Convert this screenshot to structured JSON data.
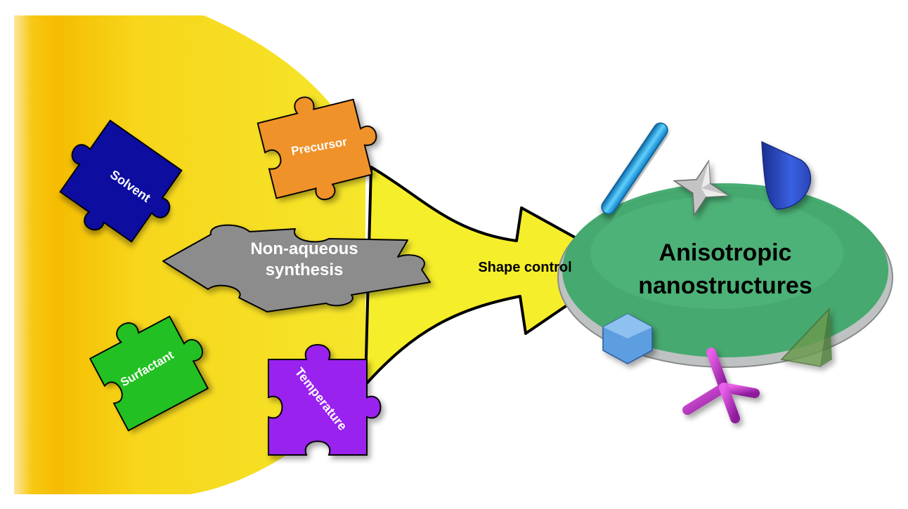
{
  "labels": {
    "solvent": "Solvent",
    "precursor": "Precursor",
    "center_line1": "Non-aqueous",
    "center_line2": "synthesis",
    "surfactant": "Surfactant",
    "temperature": "Temperature",
    "arrow": "Shape control",
    "target_line1": "Anisotropic",
    "target_line2": "nanostructures"
  },
  "colors": {
    "solvent_piece": "#0a0aa0",
    "precursor_piece": "#f0922a",
    "center_piece": "#8c8c8c",
    "surfactant_piece": "#22c022",
    "temperature_piece": "#9922ee",
    "arrow_fill": "#f5ee2a",
    "ellipse_fill": "#3fa86a",
    "rod": "#2ab0e8",
    "star": "#b8b8b8",
    "cone": "#2a4cc8",
    "hexagon": "#5c9ee0",
    "tetrapod": "#cc33cc",
    "pyramid": "#6a9a50"
  },
  "shapes": [
    "rod-icon",
    "star-icon",
    "cone-icon",
    "hexagon-icon",
    "tetrapod-icon",
    "pyramid-icon"
  ]
}
